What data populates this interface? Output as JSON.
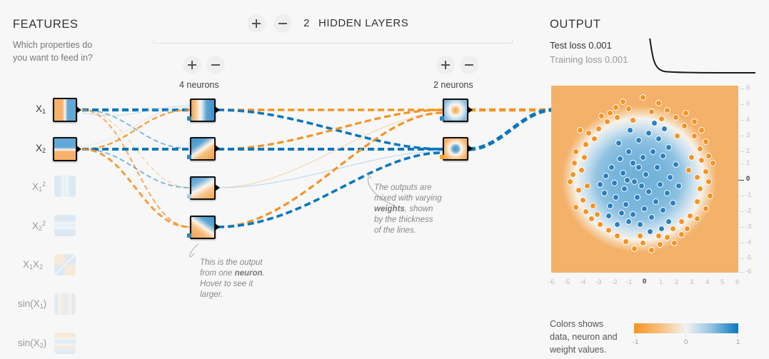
{
  "app": {
    "name": "neural-network-playground"
  },
  "features": {
    "title": "FEATURES",
    "subtitle_line1": "Which properties do",
    "subtitle_line2": "you want to feed in?",
    "items": [
      {
        "id": "x1",
        "label": "X",
        "sub": "1",
        "sup": "",
        "active": true,
        "pattern": "vertical-split"
      },
      {
        "id": "x2",
        "label": "X",
        "sub": "2",
        "sup": "",
        "active": true,
        "pattern": "horizontal-split"
      },
      {
        "id": "x1sq",
        "label": "X",
        "sub": "1",
        "sup": "2",
        "active": false,
        "pattern": "vertical-bands"
      },
      {
        "id": "x2sq",
        "label": "X",
        "sub": "2",
        "sup": "2",
        "active": false,
        "pattern": "horizontal-bands"
      },
      {
        "id": "x1x2",
        "label": "X1X2",
        "sub": "",
        "sup": "",
        "active": false,
        "pattern": "quadrants"
      },
      {
        "id": "sinx1",
        "label": "sin(X1)",
        "sub": "",
        "sup": "",
        "active": false,
        "pattern": "vertical-stripes"
      },
      {
        "id": "sinx2",
        "label": "sin(X2)",
        "sub": "",
        "sup": "",
        "active": false,
        "pattern": "horizontal-stripes"
      }
    ]
  },
  "network": {
    "hidden_layer_count": "2",
    "hidden_layers_label": "HIDDEN LAYERS",
    "add_layer_label": "+",
    "remove_layer_label": "−",
    "layers": [
      {
        "index": 1,
        "neuron_caption": "4 neurons",
        "neuron_count": 4,
        "add_label": "+",
        "remove_label": "−",
        "neurons": [
          {
            "id": "h1-1",
            "pattern": "vertical-gradient-orange-blue",
            "bias": "blue"
          },
          {
            "id": "h1-2",
            "pattern": "diag-blue-orange",
            "bias": "blue"
          },
          {
            "id": "h1-3",
            "pattern": "diag-blue-orange-faint",
            "bias": "faint"
          },
          {
            "id": "h1-4",
            "pattern": "diag-orange-blue",
            "bias": "blue"
          }
        ]
      },
      {
        "index": 2,
        "neuron_caption": "2 neurons",
        "neuron_count": 2,
        "add_label": "+",
        "remove_label": "−",
        "neurons": [
          {
            "id": "h2-1",
            "pattern": "blob-orange-on-blue",
            "bias": "blue"
          },
          {
            "id": "h2-2",
            "pattern": "blob-blue-on-orange",
            "bias": "orange"
          }
        ]
      }
    ]
  },
  "annotations": {
    "neuron_note": {
      "line1": "This is the output",
      "line2_pre": "from one ",
      "line2_bold": "neuron",
      "line2_post": ".",
      "line3": "Hover to see it",
      "line4": "larger."
    },
    "weights_note": {
      "line1": "The outputs are",
      "line2": "mixed with varying",
      "line3_bold": "weights",
      "line3_post": ", shown",
      "line4": "by the thickness",
      "line5": "of the lines."
    }
  },
  "output": {
    "title": "OUTPUT",
    "test_loss_label": "Test loss",
    "test_loss_value": "0.001",
    "training_loss_label": "Training loss",
    "training_loss_value": "0.001",
    "legend_line1": "Colors shows",
    "legend_line2": "data, neuron and",
    "legend_line3": "weight values.",
    "colorbar": {
      "min": "-1",
      "mid": "0",
      "max": "1"
    }
  },
  "colors": {
    "orange": "#f59322",
    "blue": "#0877bd",
    "neutral": "#e8eaeb",
    "background": "#f7f7f7",
    "heat_orange": "#f3b169",
    "heat_blue": "#7fb8dd",
    "dot_orange": "#f59322",
    "dot_blue": "#2b7fc0",
    "text_dark": "#333333",
    "text_mid": "#777777"
  },
  "chart_data": {
    "type": "scatter",
    "title": "OUTPUT",
    "xlabel": "",
    "ylabel": "",
    "xlim": [
      -6,
      6
    ],
    "ylim": [
      -6,
      6
    ],
    "xticks": [
      "-6",
      "-5",
      "-4",
      "-3",
      "-2",
      "-1",
      "0",
      "1",
      "2",
      "3",
      "4",
      "5",
      "6"
    ],
    "yticks": [
      "6",
      "5",
      "4",
      "3",
      "2",
      "1",
      "0",
      "-1",
      "-2",
      "-3",
      "-4",
      "-5",
      "-6"
    ],
    "grid": false,
    "dataset": "circle",
    "series": [
      {
        "name": "class-blue",
        "color": "#2b7fc0",
        "count": 125,
        "region": "inner-disc radius<=2.6"
      },
      {
        "name": "class-orange",
        "color": "#f59322",
        "count": 125,
        "region": "outer-ring radius 3.6..5.2"
      }
    ],
    "decision_boundary": "blue blob centered near (0,-0.2) radius ~2.9, orange elsewhere",
    "loss_curve": {
      "type": "line",
      "name": "training/test loss over epochs",
      "color": "#000000",
      "x": [
        0,
        0.02,
        0.05,
        0.09,
        0.14,
        0.22,
        0.35,
        0.55,
        1.0
      ],
      "y": [
        1.0,
        0.93,
        0.62,
        0.28,
        0.12,
        0.05,
        0.02,
        0.012,
        0.008
      ]
    },
    "colorbar": {
      "type": "heatmap",
      "min": -1,
      "mid": 0,
      "max": 1,
      "stops": [
        "#f59322",
        "#ffffff",
        "#0877bd"
      ]
    }
  }
}
